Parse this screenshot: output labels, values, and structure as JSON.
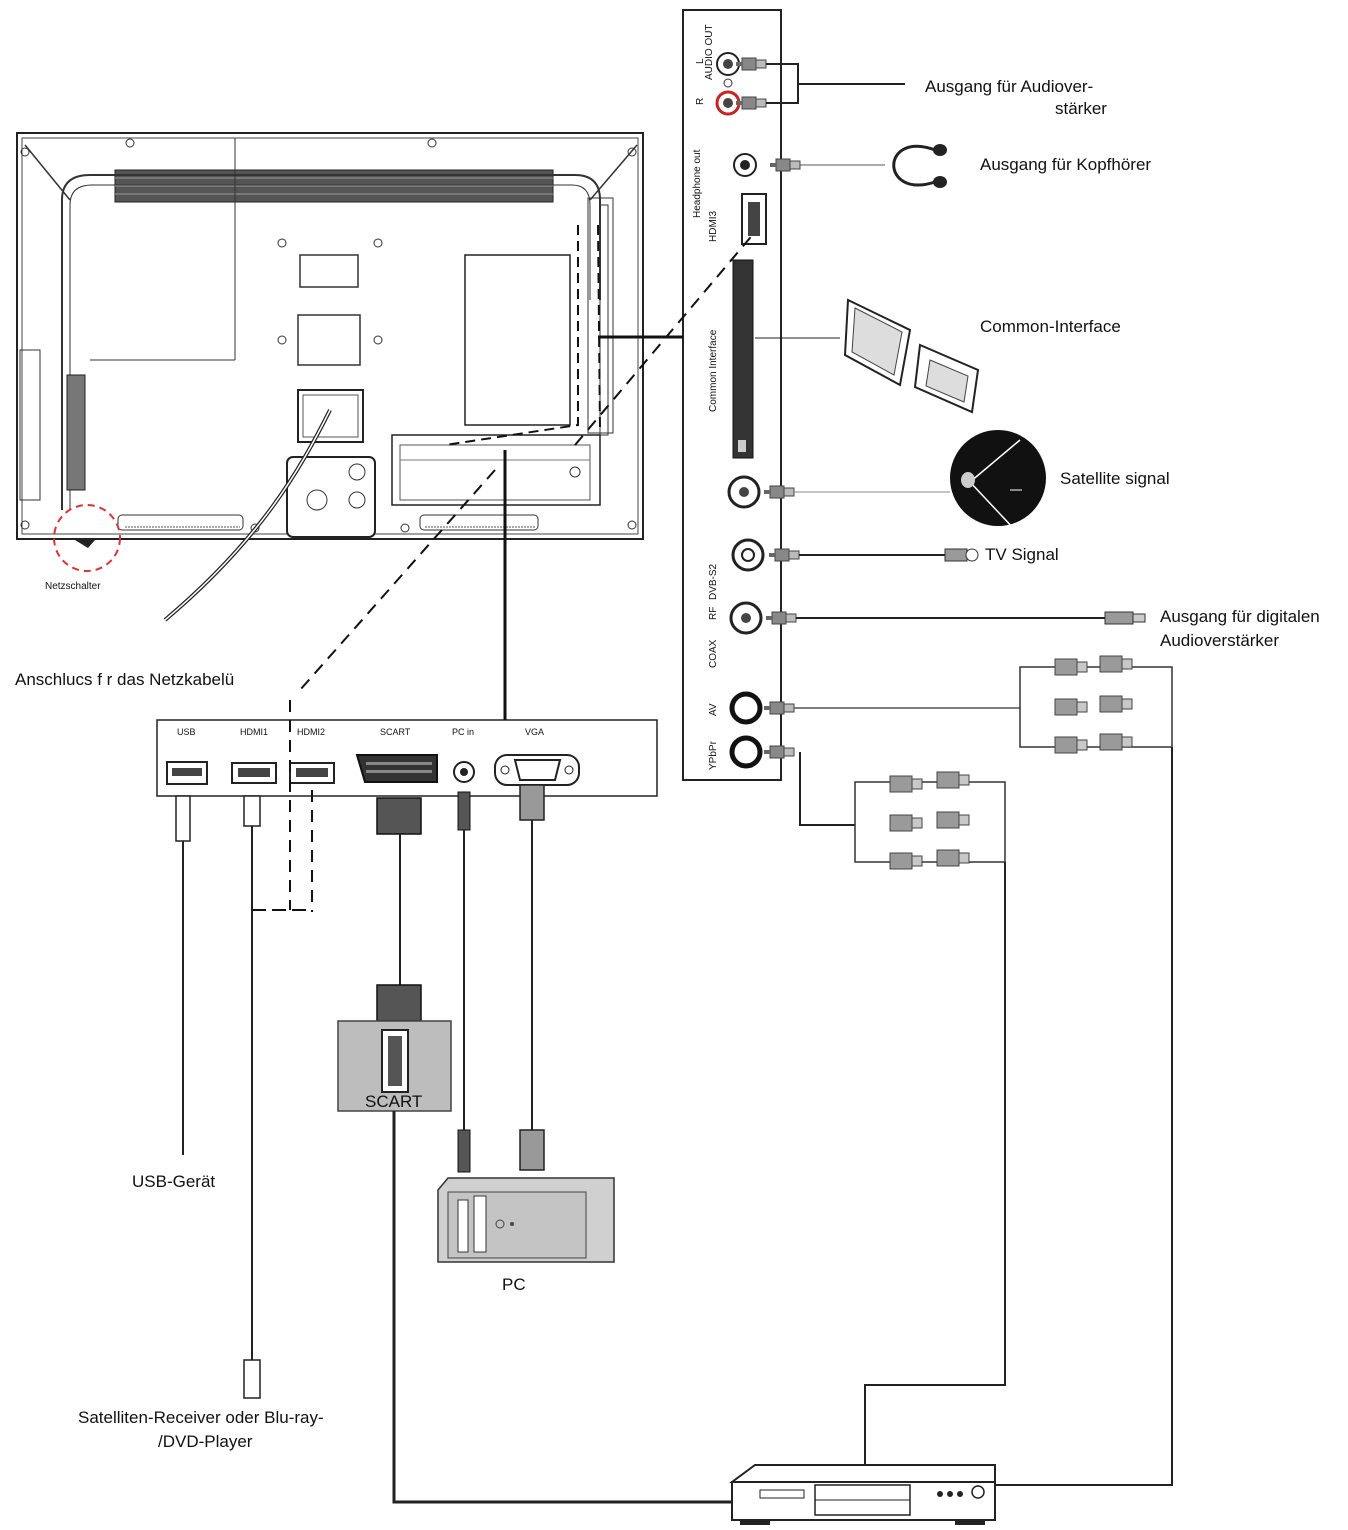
{
  "labels": {
    "audio_out_a": "Ausgang für Audiover-",
    "audio_out_b": "stärker",
    "headphone_out": "Ausgang für Kopfhörer",
    "common_interface": "Common-Interface",
    "satellite_signal": "Satellite signal",
    "tv_signal": "TV Signal",
    "digital_audio_a": "Ausgang für digitalen",
    "digital_audio_b": "Audioverstärker",
    "power_switch": "Netzschalter",
    "power_cable": "Anschlucs f r das Netzkabelü",
    "usb_device": "USB-Gerät",
    "receiver_a": "Satelliten-Receiver oder Blu-ray-",
    "receiver_b": "/DVD-Player",
    "pc": "PC",
    "scart_device": "SCART"
  },
  "side_panel": {
    "audio_out": "AUDIO OUT",
    "l": "L",
    "r": "R",
    "headphone": "Headphone out",
    "hdmi3": "HDMI3",
    "common_interface": "Common Interface",
    "dvb_s2": "DVB-S2",
    "rf": "RF",
    "coax": "COAX",
    "av": "AV",
    "ypbpr": "YPbPr"
  },
  "bottom_panel": {
    "usb": "USB",
    "hdmi1": "HDMI1",
    "hdmi2": "HDMI2",
    "scart": "SCART",
    "pc_in": "PC in",
    "vga": "VGA"
  }
}
